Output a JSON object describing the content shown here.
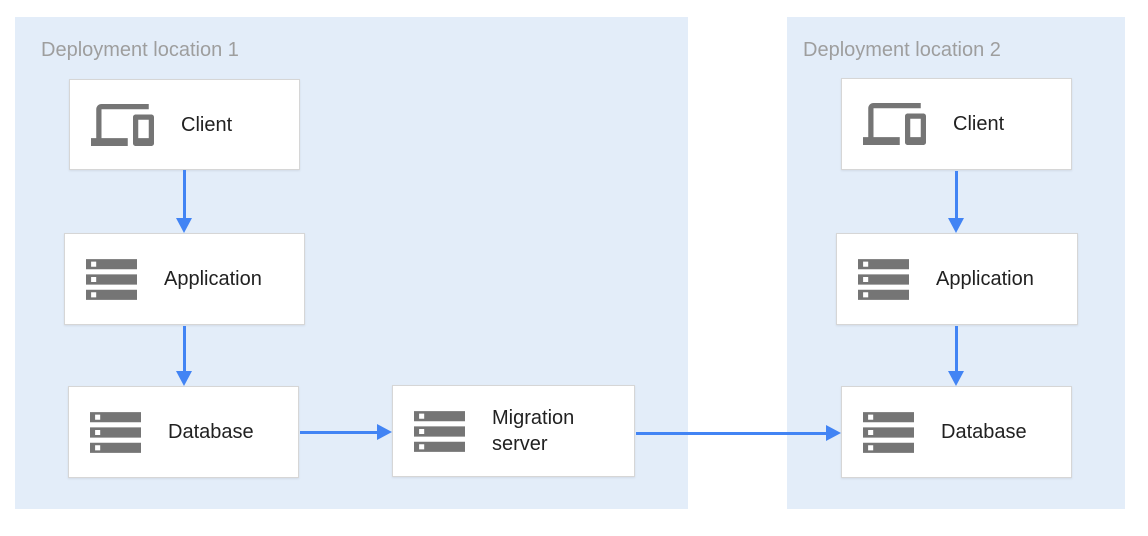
{
  "diagram": {
    "regions": [
      {
        "title": "Deployment location 1",
        "nodes": [
          {
            "label": "Client",
            "icon": "devices-icon"
          },
          {
            "label": "Application",
            "icon": "storage-icon"
          },
          {
            "label": "Database",
            "icon": "storage-icon"
          }
        ]
      },
      {
        "title": "Deployment location 2",
        "nodes": [
          {
            "label": "Client",
            "icon": "devices-icon"
          },
          {
            "label": "Application",
            "icon": "storage-icon"
          },
          {
            "label": "Database",
            "icon": "storage-icon"
          }
        ]
      }
    ],
    "migration_node": {
      "label": "Migration server",
      "icon": "storage-icon"
    },
    "edges": [
      {
        "from": "client-1",
        "to": "application-1"
      },
      {
        "from": "application-1",
        "to": "database-1"
      },
      {
        "from": "database-1",
        "to": "migration-server"
      },
      {
        "from": "migration-server",
        "to": "database-2"
      },
      {
        "from": "client-2",
        "to": "application-2"
      },
      {
        "from": "application-2",
        "to": "database-2"
      }
    ],
    "colors": {
      "region_fill": "#e3edf9",
      "node_fill": "#ffffff",
      "node_border": "#d6d6d6",
      "arrow": "#4284f4",
      "icon": "#757575",
      "label_text": "#212121",
      "region_title_text": "#9e9e9e",
      "canvas_background": "#ffffff"
    }
  }
}
